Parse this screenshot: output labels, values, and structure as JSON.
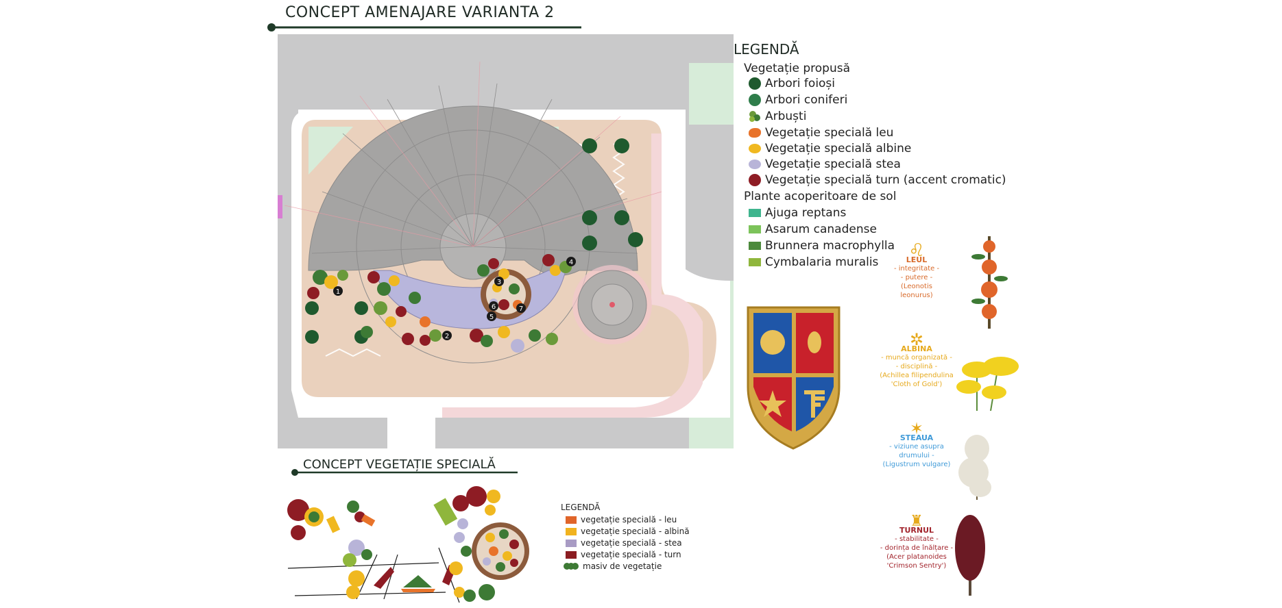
{
  "title": "CONCEPT AMENAJARE VARIANTA 2",
  "subtitle": "CONCEPT VEGETAȚIE SPECIALĂ",
  "legend": {
    "title": "LEGENDĂ",
    "section1": "Vegetație propusă",
    "items1": [
      {
        "label": "Arbori foioși",
        "color": "#1f5a2e",
        "shape": "circle"
      },
      {
        "label": "Arbori coniferi",
        "color": "#2e7d4a",
        "shape": "circle"
      },
      {
        "label": "Arbuști",
        "color": "#6a9a3a",
        "shape": "cluster"
      },
      {
        "label": "Vegetație specială leu",
        "color": "#e8732a",
        "shape": "blob"
      },
      {
        "label": "Vegetație specială albine",
        "color": "#f0b820",
        "shape": "blob"
      },
      {
        "label": "Vegetație specială stea",
        "color": "#b8b4d8",
        "shape": "blob"
      },
      {
        "label": "Vegetație specială turn (accent cromatic)",
        "color": "#8e1c24",
        "shape": "circle"
      }
    ],
    "section2": "Plante acoperitoare de sol",
    "items2": [
      {
        "label": "Ajuga reptans",
        "color": "#3fb58e"
      },
      {
        "label": "Asarum canadense",
        "color": "#7cc35a"
      },
      {
        "label": "Brunnera macrophylla",
        "color": "#4c8a3c"
      },
      {
        "label": "Cymbalaria muralis",
        "color": "#8fb63c"
      }
    ]
  },
  "small_legend": {
    "title": "LEGENDĂ",
    "items": [
      {
        "label": "vegetație specială - leu",
        "color": "#e0652a"
      },
      {
        "label": "vegetație specială - albină",
        "color": "#f1b31f"
      },
      {
        "label": "vegetație specială - stea",
        "color": "#a89bc4"
      },
      {
        "label": "vegetație specială - turn",
        "color": "#8b1d22"
      },
      {
        "label": "masiv de vegetație",
        "color": "#3d7a35"
      }
    ]
  },
  "symbols": [
    {
      "name": "LEUL",
      "line1": "- integritate -",
      "line2": "- putere -",
      "line3": "(Leonotis",
      "line4": "leonurus)",
      "color": "#d86a2a"
    },
    {
      "name": "ALBINA",
      "line1": "- muncă organizată -",
      "line2": "- disciplină -",
      "line3": "(Achillea filipendulina",
      "line4": "'Cloth of Gold')",
      "color": "#e6a91c"
    },
    {
      "name": "STEAUA",
      "line1": "- viziune asupra drumului -",
      "line2": "(Ligustrum vulgare)",
      "line3": "",
      "line4": "",
      "color": "#3f9ad8"
    },
    {
      "name": "TURNUL",
      "line1": "- stabilitate -",
      "line2": "- dorința de înălțare -",
      "line3": "(Acer platanoides",
      "line4": "'Crimson Sentry')",
      "color": "#a2242c"
    }
  ],
  "plan_markers": [
    "1",
    "2",
    "3",
    "4",
    "5",
    "6",
    "7"
  ]
}
